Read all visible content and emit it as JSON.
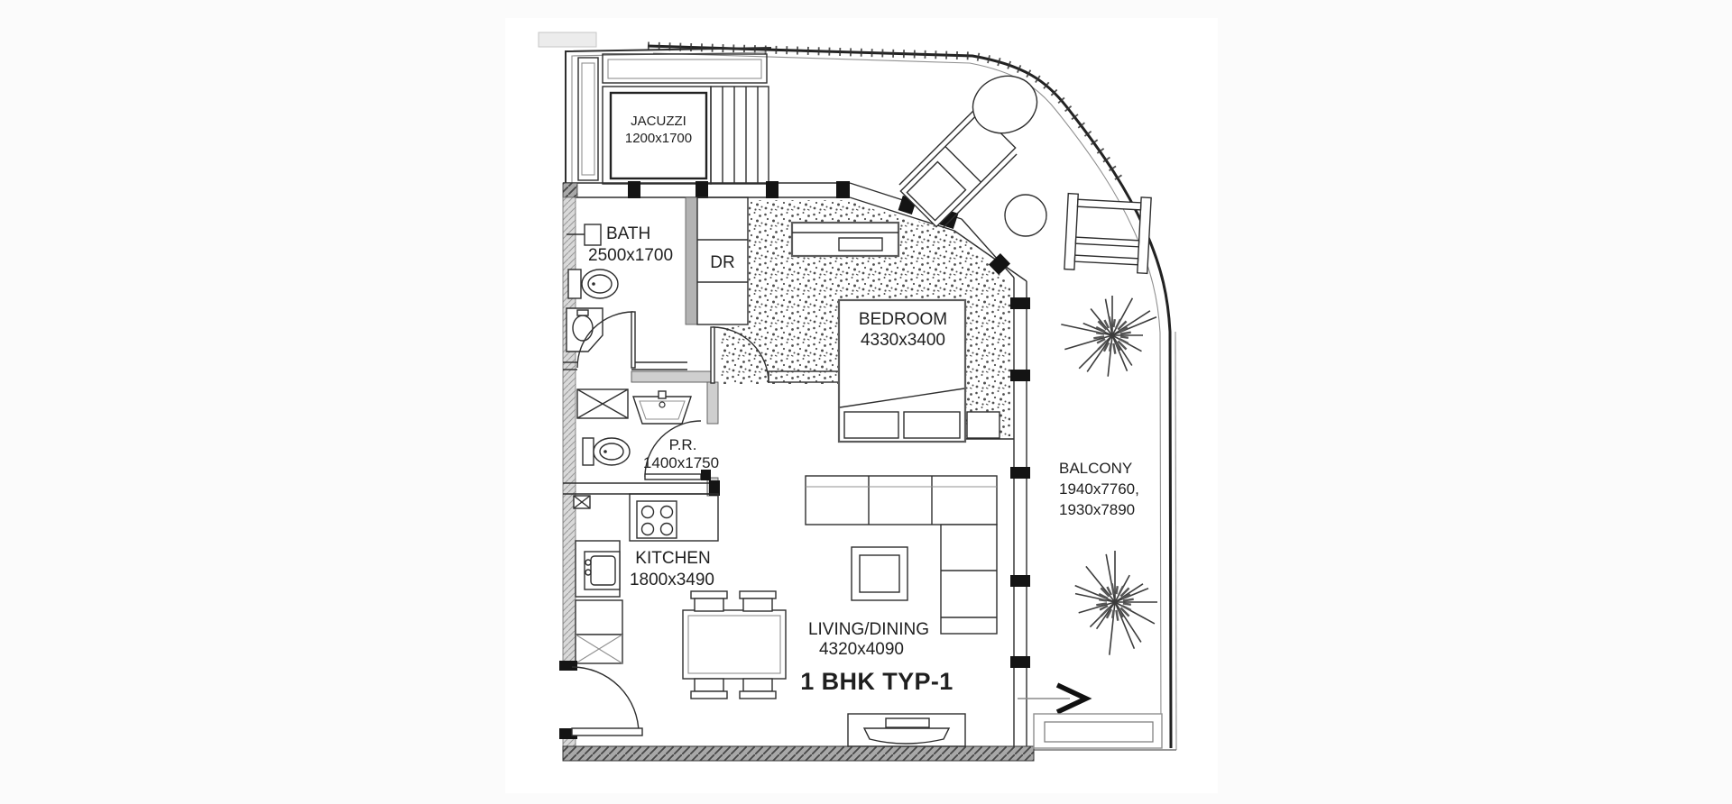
{
  "plan": {
    "unit_title": "1 BHK TYP-1",
    "rooms": {
      "jacuzzi": {
        "label": "JACUZZI",
        "dimensions": "1200x1700"
      },
      "bath": {
        "label": "BATH",
        "dimensions": "2500x1700"
      },
      "dressing_room": {
        "label": "DR"
      },
      "bedroom": {
        "label": "BEDROOM",
        "dimensions": "4330x3400"
      },
      "powder_room": {
        "label": "P.R.",
        "dimensions": "1400x1750"
      },
      "kitchen": {
        "label": "KITCHEN",
        "dimensions": "1800x3490"
      },
      "living_dining": {
        "label": "LIVING/DINING",
        "dimensions": "4320x4090"
      },
      "balcony": {
        "label": "BALCONY",
        "dimensions_line1": "1940x7760,",
        "dimensions_line2": "1930x7890"
      }
    },
    "colors": {
      "line": "#2e2e2e",
      "wall_dark": "#141414",
      "text": "#1f1f1f"
    }
  }
}
